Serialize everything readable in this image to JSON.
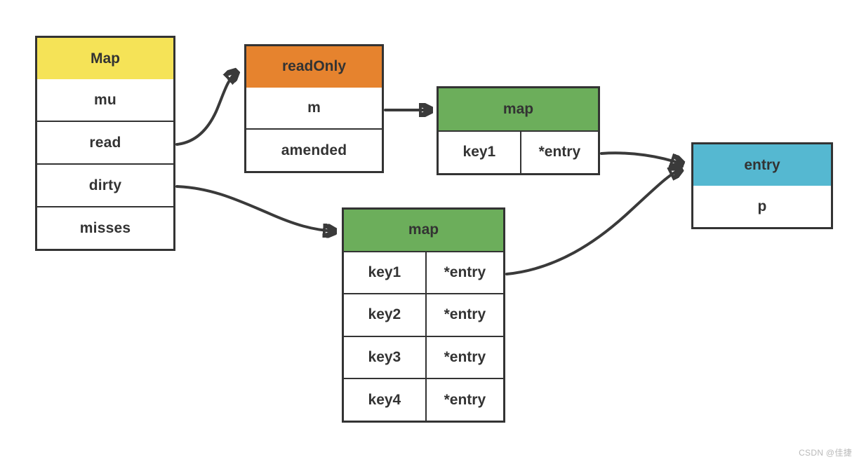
{
  "colors": {
    "border": "#333333",
    "arrow": "#3a3a3a",
    "text": "#333333",
    "map_header": "#f5e357",
    "readonly_header": "#e6832e",
    "green_header": "#6cae5b",
    "entry_header": "#55b8d1",
    "watermark": "#b9b9b9"
  },
  "map_struct": {
    "title": "Map",
    "fields": [
      "mu",
      "read",
      "dirty",
      "misses"
    ]
  },
  "read_only": {
    "title": "readOnly",
    "fields": [
      "m",
      "amended"
    ]
  },
  "read_map": {
    "title": "map",
    "rows": [
      {
        "key": "key1",
        "value": "*entry"
      }
    ]
  },
  "dirty_map": {
    "title": "map",
    "rows": [
      {
        "key": "key1",
        "value": "*entry"
      },
      {
        "key": "key2",
        "value": "*entry"
      },
      {
        "key": "key3",
        "value": "*entry"
      },
      {
        "key": "key4",
        "value": "*entry"
      }
    ]
  },
  "entry": {
    "title": "entry",
    "fields": [
      "p"
    ]
  },
  "watermark": "CSDN @佳捷"
}
